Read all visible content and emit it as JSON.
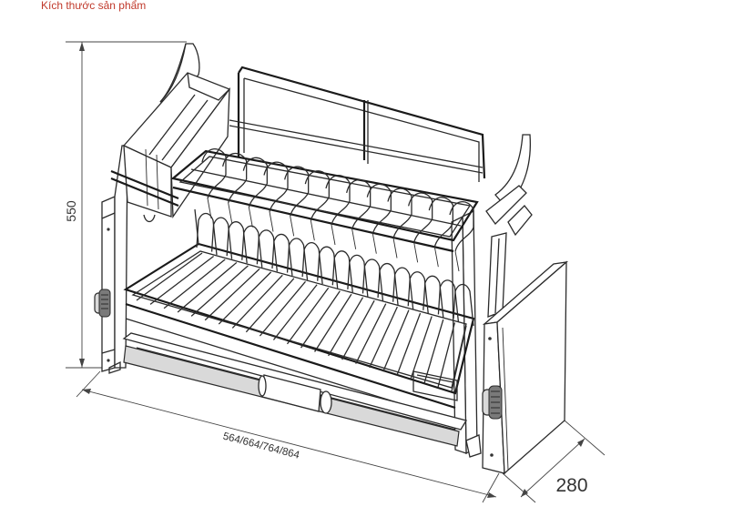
{
  "caption": "Kích thước sản phẩm",
  "dimensions": {
    "height": "550",
    "width": "564/664/764/864",
    "depth": "280"
  },
  "icons": {
    "product": "dish-rack-drawing-icon"
  }
}
